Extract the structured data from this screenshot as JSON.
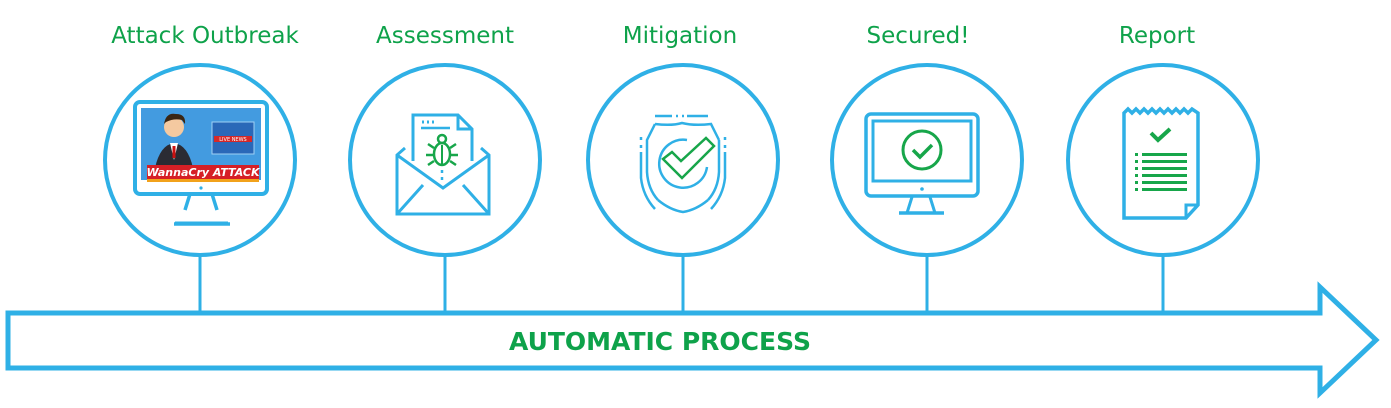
{
  "colors": {
    "outline": "#2fb0e6",
    "text": "#0ea24a",
    "icon_accent": "#17a64a"
  },
  "stages": [
    {
      "label": "Attack Outbreak",
      "icon": "news-monitor-icon",
      "screen_caption": "WannaCry ATTACK",
      "badge": "LIVE NEWS"
    },
    {
      "label": "Assessment",
      "icon": "email-bug-icon"
    },
    {
      "label": "Mitigation",
      "icon": "shield-check-icon"
    },
    {
      "label": "Secured!",
      "icon": "monitor-check-icon"
    },
    {
      "label": "Report",
      "icon": "report-checklist-icon"
    }
  ],
  "arrow": {
    "label": "AUTOMATIC PROCESS"
  }
}
